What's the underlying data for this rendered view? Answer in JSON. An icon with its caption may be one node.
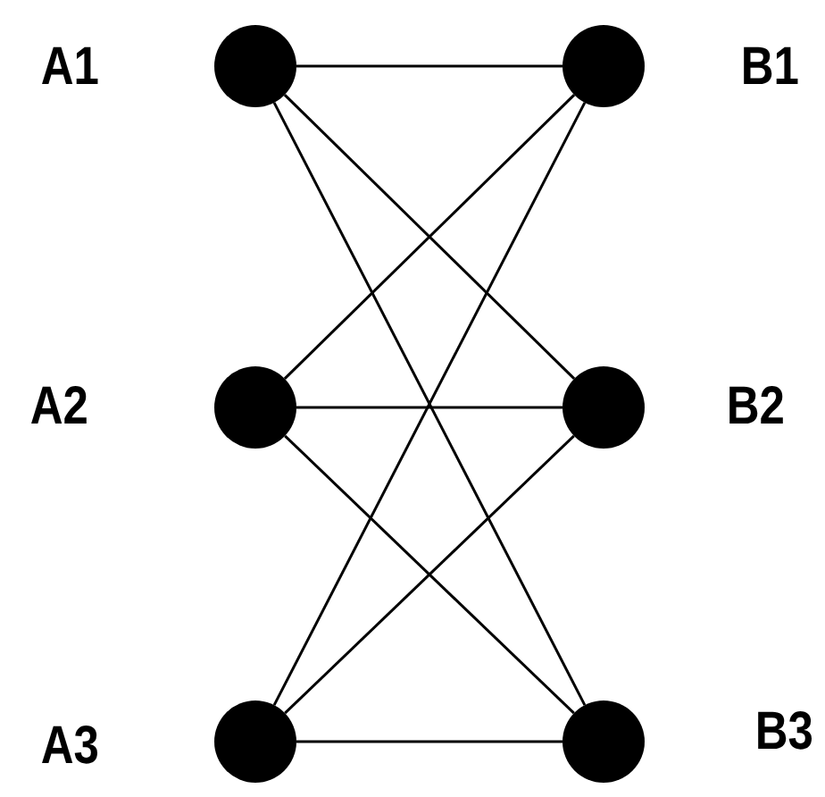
{
  "diagram": {
    "nodes": [
      {
        "text": [],
        "shape": "circle",
        "beside": [
          "A1"
        ]
      },
      {
        "text": [],
        "shape": "circle",
        "beside": [
          "B1"
        ]
      },
      {
        "text": [],
        "shape": "circle",
        "beside": [
          "A2"
        ]
      },
      {
        "text": [],
        "shape": "circle",
        "beside": [
          "B2"
        ]
      },
      {
        "text": [],
        "shape": "circle",
        "beside": [
          "A3"
        ]
      },
      {
        "text": [],
        "shape": "circle",
        "beside": [
          "B3"
        ]
      }
    ],
    "edges": [
      {
        "from": 0,
        "to": 1,
        "arrow": "none"
      },
      {
        "from": 0,
        "to": 3,
        "arrow": "none"
      },
      {
        "from": 0,
        "to": 5,
        "arrow": "none"
      },
      {
        "from": 2,
        "to": 1,
        "arrow": "none"
      },
      {
        "from": 2,
        "to": 3,
        "arrow": "none"
      },
      {
        "from": 2,
        "to": 5,
        "arrow": "none"
      },
      {
        "from": 4,
        "to": 1,
        "arrow": "none"
      },
      {
        "from": 4,
        "to": 3,
        "arrow": "none"
      },
      {
        "from": 4,
        "to": 5,
        "arrow": "none"
      }
    ]
  }
}
